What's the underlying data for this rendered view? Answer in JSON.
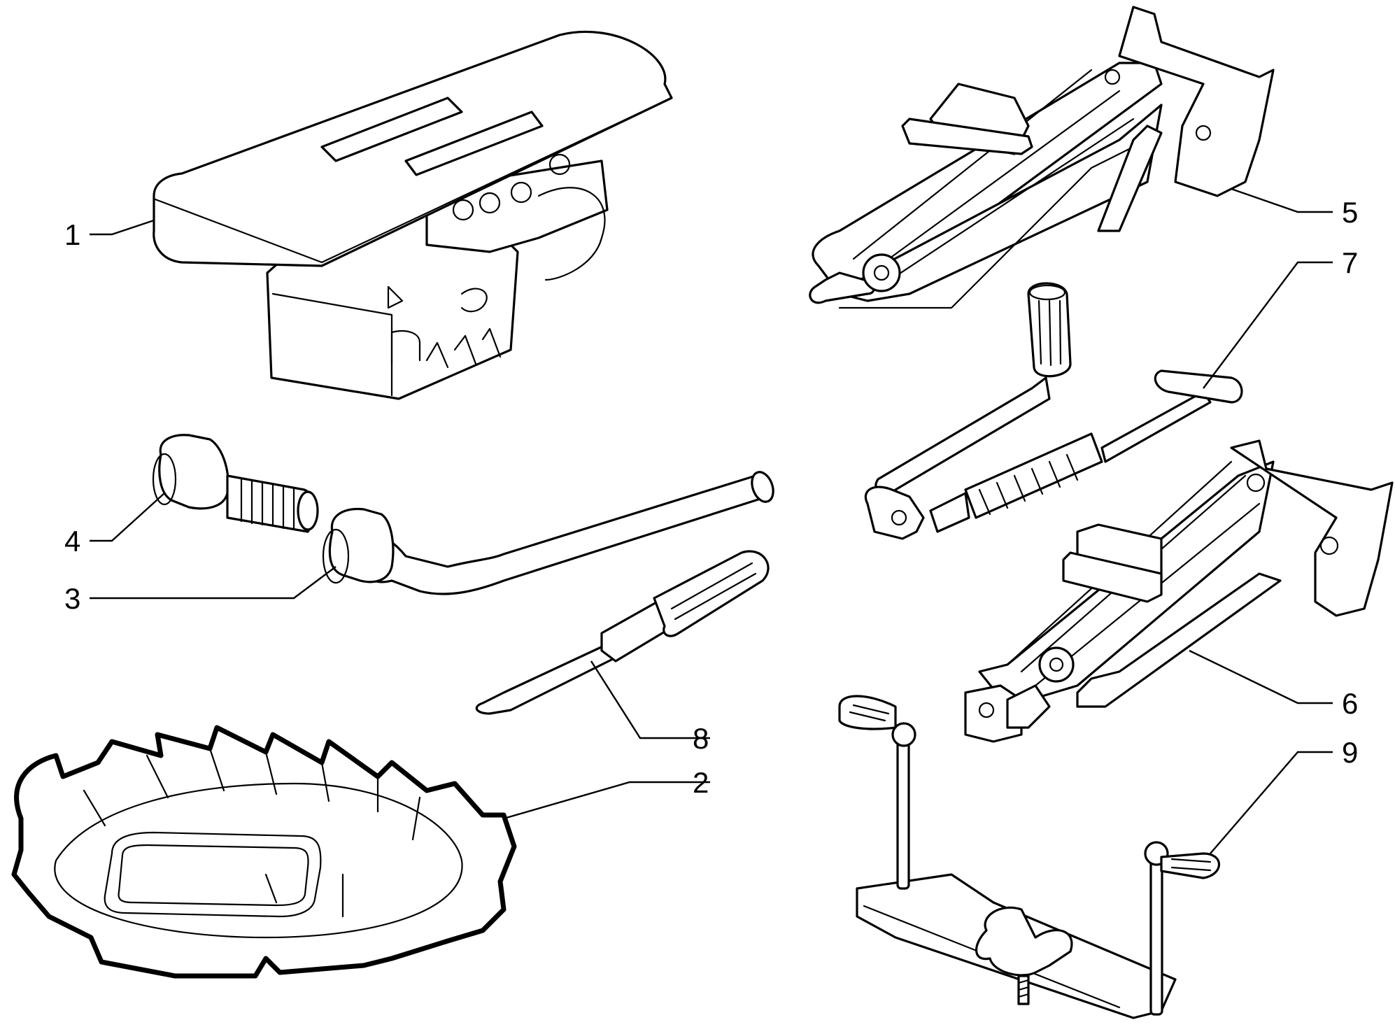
{
  "diagram": {
    "callouts": [
      {
        "id": "c1",
        "label": "1"
      },
      {
        "id": "c2",
        "label": "2"
      },
      {
        "id": "c3",
        "label": "3"
      },
      {
        "id": "c4",
        "label": "4"
      },
      {
        "id": "c5",
        "label": "5"
      },
      {
        "id": "c6",
        "label": "6"
      },
      {
        "id": "c7",
        "label": "7"
      },
      {
        "id": "c8",
        "label": "8"
      },
      {
        "id": "c9",
        "label": "9"
      }
    ],
    "colors": {
      "line": "#000000",
      "background": "#ffffff"
    }
  }
}
